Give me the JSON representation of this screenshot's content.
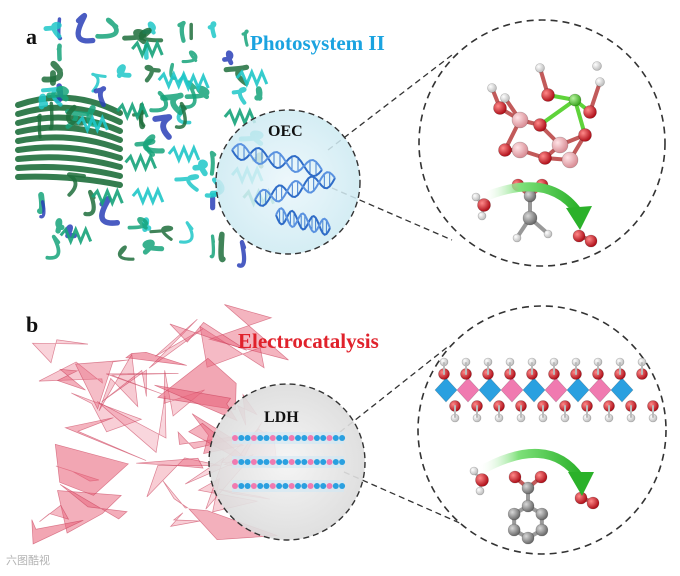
{
  "panels": [
    {
      "letter": "a",
      "title": "Photosystem II",
      "title_color": "#1aa3e0",
      "inset_label": "OEC",
      "protein_colors": [
        "#1fc7c8",
        "#16a37a",
        "#1e6f3c",
        "#2a3fb7"
      ]
    },
    {
      "letter": "b",
      "title": "Electrocatalysis",
      "title_color": "#e0212b",
      "inset_label": "LDH",
      "sheet_color": "#e8627a"
    }
  ],
  "atom_colors": {
    "oxygen": "#d8202a",
    "hydrogen": "#f2f2f2",
    "manganese": "#e8b3b8",
    "calcium": "#5fd33a",
    "carbon": "#8a8a8a",
    "metal_blue": "#2aa0e0",
    "metal_pink": "#f07ab0"
  },
  "arrow_color": "#3cc23a",
  "watermark": "六图酷视"
}
